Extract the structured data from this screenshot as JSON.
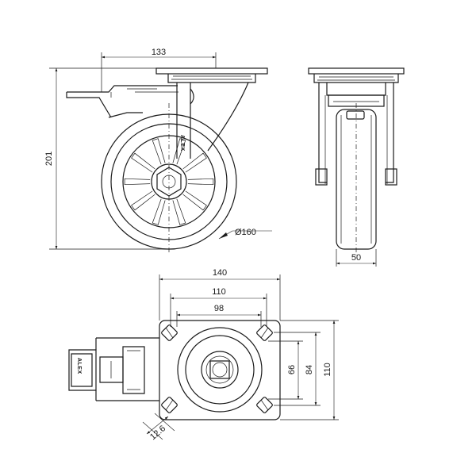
{
  "dimensions": {
    "mount_offset": "133",
    "overall_height": "201",
    "wheel_diameter": "Ø160",
    "wheel_width": "50",
    "plate_length": "140",
    "hole_spacing_long": "110",
    "hole_spacing_short": "98",
    "hole_spacing_slot": "66",
    "plate_inner_width": "84",
    "plate_width": "110",
    "hole_size": "12.6"
  },
  "brand_mark": "ALEX",
  "colors": {
    "line": "#1a1a1a",
    "background": "#ffffff"
  }
}
